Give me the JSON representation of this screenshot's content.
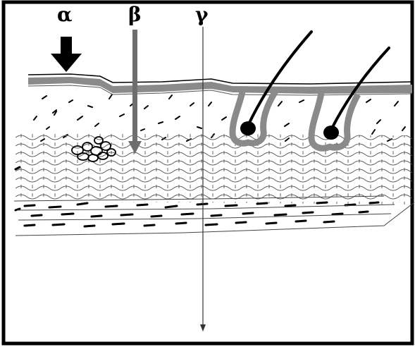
{
  "labels": {
    "alpha": "α",
    "beta": "β",
    "gamma": "γ"
  },
  "colors": {
    "frame": "#000000",
    "epidermis": "#8a8a8a",
    "beta_arrow": "#6e6e6e",
    "hair": "#000000",
    "line": "#2a2a2a",
    "background": "#ffffff"
  }
}
